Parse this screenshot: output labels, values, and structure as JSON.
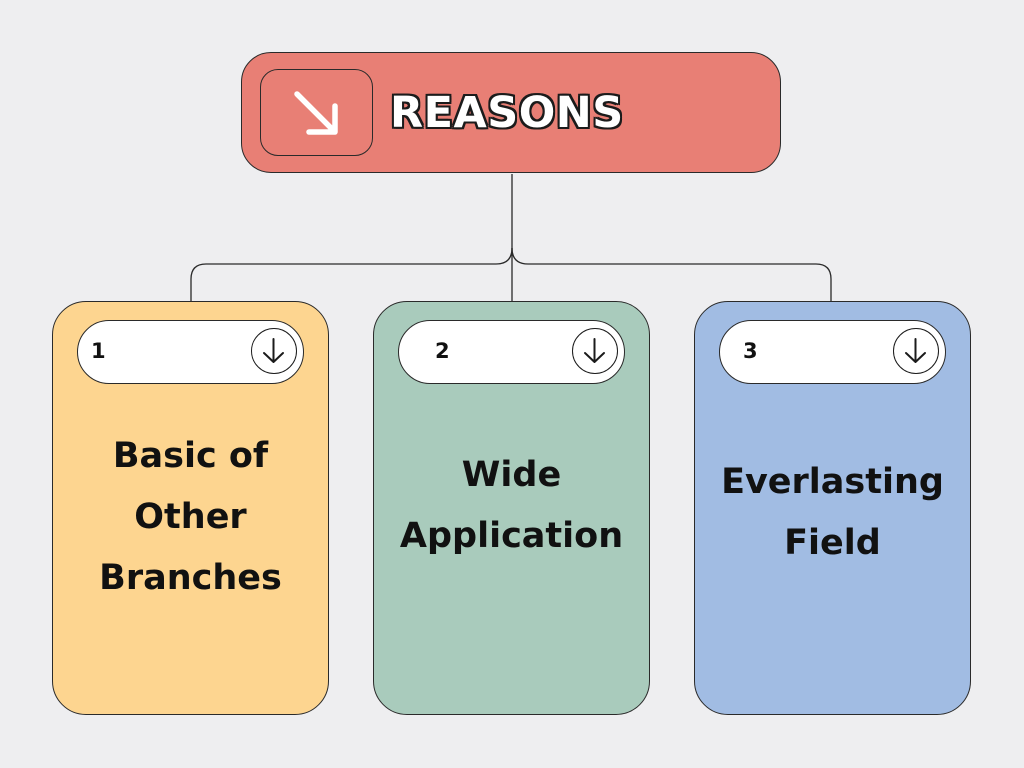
{
  "header": {
    "title": "REASONS",
    "icon": "arrow-down-right-icon",
    "color": "#e87f75"
  },
  "cards": [
    {
      "number": "1",
      "lines": [
        "Basic of",
        "Other",
        "Branches"
      ],
      "color": "#fdd590",
      "icon": "arrow-down-circle-icon"
    },
    {
      "number": "2",
      "lines": [
        "Wide",
        "Application"
      ],
      "color": "#a9cbbc",
      "icon": "arrow-down-circle-icon"
    },
    {
      "number": "3",
      "lines": [
        "Everlasting",
        "Field"
      ],
      "color": "#a1bce3",
      "icon": "arrow-down-circle-icon"
    }
  ],
  "colors": {
    "background": "#eeeef0",
    "stroke": "#2a2a2a",
    "pill": "#ffffff"
  }
}
